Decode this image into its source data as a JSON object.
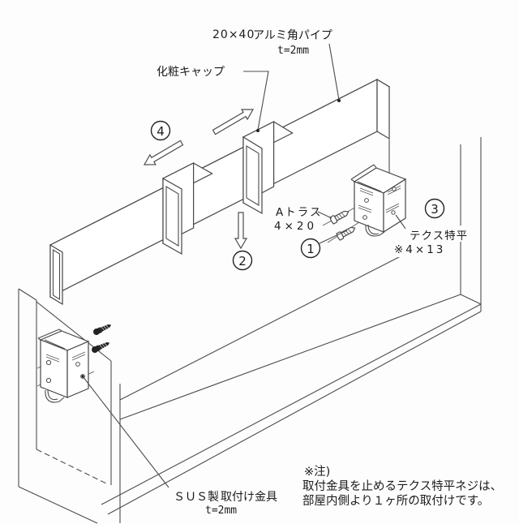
{
  "diagram": {
    "pipe": {
      "size": "20×40",
      "name": "アルミ角パイプ",
      "thickness": "t=2mm"
    },
    "cap_label": "化粧キャップ",
    "truss_screw": {
      "name": "Aトラス",
      "size": "4×20"
    },
    "tex_screw": {
      "name": "テクス特平",
      "size": "※4×13"
    },
    "bracket": {
      "material": "ＳＵＳ製",
      "name": "取付け金具",
      "thickness": "t=2mm"
    },
    "steps": {
      "s1": "1",
      "s2": "2",
      "s3": "3",
      "s4": "4"
    },
    "note": {
      "heading": "※注)",
      "line1": "取付金具を止めるテクス特平ネジは、",
      "line2": "部屋内側より１ヶ所の取付けです。"
    },
    "colors": {
      "line": "#4c4c4c",
      "text": "#1b1b1b",
      "background": "#fdfdfd"
    }
  }
}
